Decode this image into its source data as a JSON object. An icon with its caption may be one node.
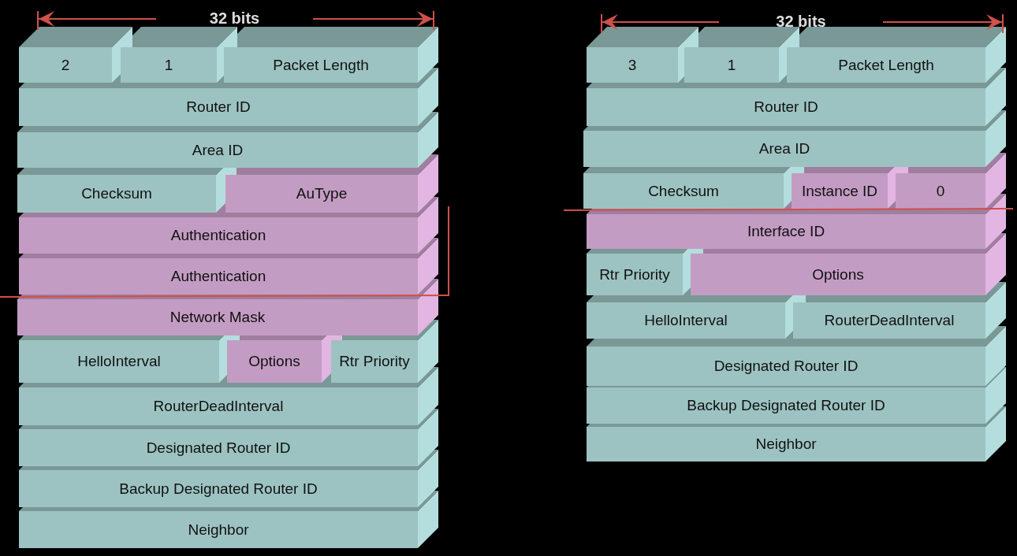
{
  "diagram": {
    "nodes": [
      {
        "text": [
          "2"
        ]
      },
      {
        "text": [
          "1"
        ]
      },
      {
        "text": [
          "Packet Length"
        ]
      },
      {
        "text": [
          "Router ID"
        ]
      },
      {
        "text": [
          "Area ID"
        ]
      },
      {
        "text": [
          "Checksum"
        ]
      },
      {
        "text": [
          "AuType"
        ]
      },
      {
        "text": [
          "Authentication"
        ]
      },
      {
        "text": [
          "Authentication"
        ]
      },
      {
        "text": [
          "Network Mask"
        ]
      },
      {
        "text": [
          "HelloInterval"
        ]
      },
      {
        "text": [
          "Options"
        ]
      },
      {
        "text": [
          "Rtr Priority"
        ]
      },
      {
        "text": [
          "RouterDeadInterval"
        ]
      },
      {
        "text": [
          "Designated Router ID"
        ]
      },
      {
        "text": [
          "Backup Designated Router ID"
        ]
      },
      {
        "text": [
          "Neighbor"
        ]
      },
      {
        "text": [
          "3"
        ]
      },
      {
        "text": [
          "1"
        ]
      },
      {
        "text": [
          "Packet Length"
        ]
      },
      {
        "text": [
          "Router ID"
        ]
      },
      {
        "text": [
          "Area ID"
        ]
      },
      {
        "text": [
          "Checksum"
        ]
      },
      {
        "text": [
          "Instance ID"
        ]
      },
      {
        "text": [
          "0"
        ]
      },
      {
        "text": [
          "Interface ID"
        ]
      },
      {
        "text": [
          "Rtr Priority"
        ]
      },
      {
        "text": [
          "Options"
        ]
      },
      {
        "text": [
          "HelloInterval"
        ]
      },
      {
        "text": [
          "RouterDeadInterval"
        ]
      },
      {
        "text": [
          "Designated Router ID"
        ]
      },
      {
        "text": [
          "Backup Designated Router ID"
        ]
      },
      {
        "text": [
          "Neighbor"
        ]
      }
    ],
    "labels": [
      "32 bits",
      "32 bits"
    ]
  }
}
